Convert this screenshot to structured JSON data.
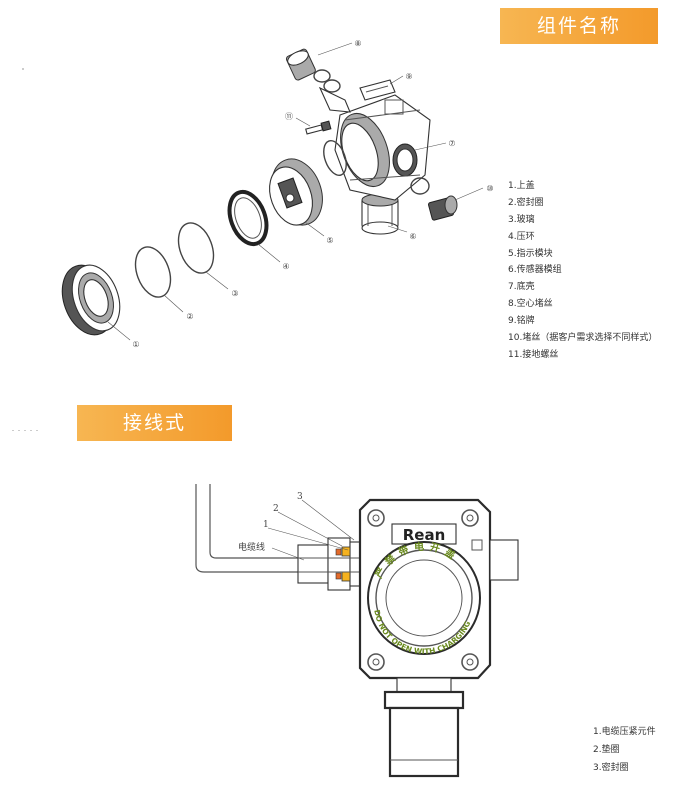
{
  "sections": {
    "components_title": "组件名称",
    "wiring_title": "接线式"
  },
  "parts_list": [
    "1.上盖",
    "2.密封圈",
    "3.玻璃",
    "4.压环",
    "5.指示模块",
    "6.传感器模组",
    "7.底壳",
    "8.空心堵丝",
    "9.铭牌",
    "10.堵丝（据客户需求选择不同样式）",
    "11.接地螺丝"
  ],
  "exploded_callouts": {
    "c1": "①",
    "c2": "②",
    "c3": "③",
    "c4": "④",
    "c5": "⑤",
    "c6": "⑥",
    "c7": "⑦",
    "c8": "⑧",
    "c9": "⑨",
    "c10": "⑩",
    "c11": "⑪"
  },
  "wiring_diagram": {
    "cable_label": "电缆线",
    "callout_1": "1",
    "callout_2": "2",
    "callout_3": "3",
    "brand": "Rean",
    "warning_cn": "严禁带电开盖",
    "warning_en": "DO NOT OPEN WITH CHARGING"
  },
  "wiring_list": [
    "1.电缆压紧元件",
    "2.垫圈",
    "3.密封圈"
  ]
}
